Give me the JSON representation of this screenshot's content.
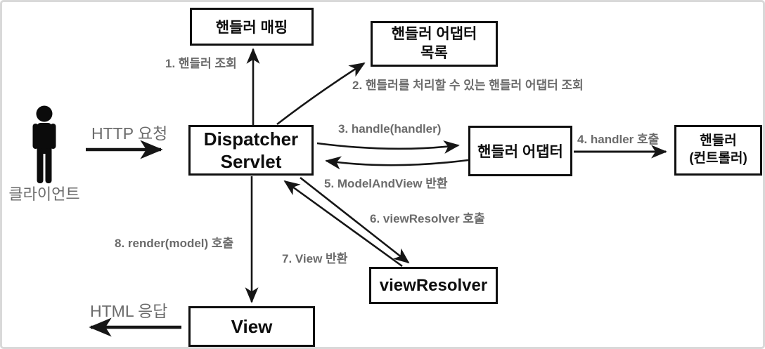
{
  "diagram": {
    "boxes": {
      "handler_mapping": {
        "label": "핸들러 매핑"
      },
      "handler_adapter_list": {
        "line1": "핸들러 어댑터",
        "line2": "목록"
      },
      "dispatcher_servlet": {
        "line1": "Dispatcher",
        "line2": "Servlet"
      },
      "handler_adapter": {
        "label": "핸들러 어댑터"
      },
      "handler_controller": {
        "line1": "핸들러",
        "line2": "(컨트롤러)"
      },
      "view_resolver": {
        "label": "viewResolver"
      },
      "view": {
        "label": "View"
      }
    },
    "actor": {
      "label": "클라이언트",
      "icon": "person-icon"
    },
    "flow_labels": {
      "http_request": "HTTP 요청",
      "html_response": "HTML 응답",
      "step1": "1. 핸들러 조회",
      "step2": "2. 핸들러를 처리할 수 있는 핸들러 어댑터 조회",
      "step3": "3. handle(handler)",
      "step4": "4. handler 호출",
      "step5": "5. ModelAndView 반환",
      "step6": "6. viewResolver 호출",
      "step7": "7. View 반환",
      "step8": "8. render(model) 호출"
    },
    "colors": {
      "line_black": "#161616",
      "label_gray": "#6b6b6b",
      "frame_border": "#d9d9d9",
      "background": "#ffffff"
    }
  }
}
